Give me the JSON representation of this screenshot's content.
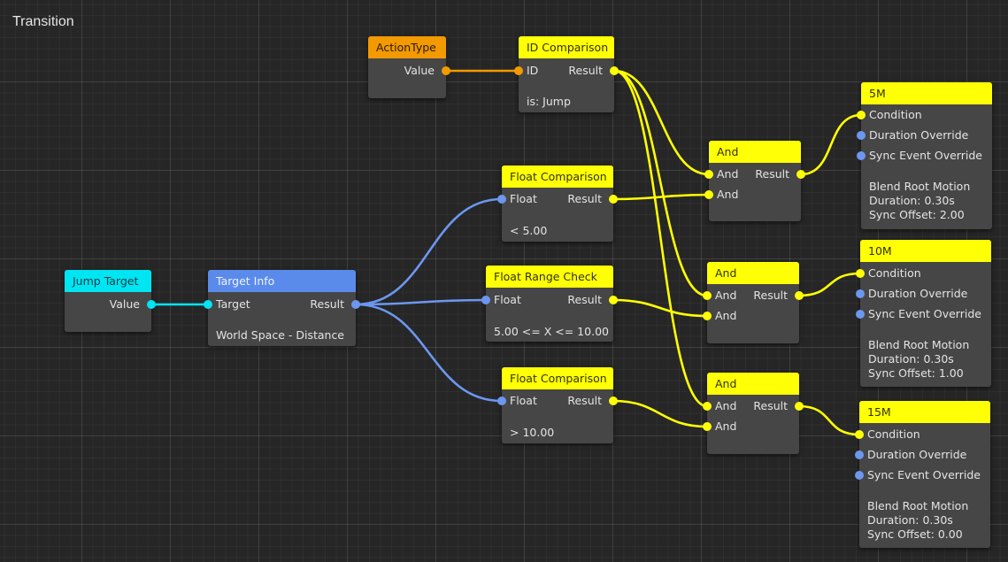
{
  "canvas": {
    "title": "Transition"
  },
  "nodes": {
    "jump_target": {
      "title": "Jump Target",
      "value_label": "Value"
    },
    "target_info": {
      "title": "Target Info",
      "target_label": "Target",
      "result_label": "Result",
      "info": "World Space - Distance"
    },
    "action_type": {
      "title": "ActionType",
      "value_label": "Value"
    },
    "id_comparison": {
      "title": "ID Comparison",
      "id_label": "ID",
      "result_label": "Result",
      "info": "is: Jump"
    },
    "float_comparison_1": {
      "title": "Float Comparison",
      "float_label": "Float",
      "result_label": "Result",
      "info": "< 5.00"
    },
    "float_range_check": {
      "title": "Float Range Check",
      "float_label": "Float",
      "result_label": "Result",
      "info": "5.00 <= X <= 10.00"
    },
    "float_comparison_2": {
      "title": "Float Comparison",
      "float_label": "Float",
      "result_label": "Result",
      "info": "> 10.00"
    },
    "and_1": {
      "title": "And",
      "in1_label": "And",
      "in2_label": "And",
      "result_label": "Result"
    },
    "and_2": {
      "title": "And",
      "in1_label": "And",
      "in2_label": "And",
      "result_label": "Result"
    },
    "and_3": {
      "title": "And",
      "in1_label": "And",
      "in2_label": "And",
      "result_label": "Result"
    },
    "transition_5m": {
      "title": "5M",
      "condition_label": "Condition",
      "duration_override_label": "Duration Override",
      "sync_event_override_label": "Sync Event Override",
      "info_line1": "Blend Root Motion",
      "info_line2": "Duration: 0.30s",
      "info_line3": "Sync Offset: 2.00"
    },
    "transition_10m": {
      "title": "10M",
      "condition_label": "Condition",
      "duration_override_label": "Duration Override",
      "sync_event_override_label": "Sync Event Override",
      "info_line1": "Blend Root Motion",
      "info_line2": "Duration: 0.30s",
      "info_line3": "Sync Offset: 1.00"
    },
    "transition_15m": {
      "title": "15M",
      "condition_label": "Condition",
      "duration_override_label": "Duration Override",
      "sync_event_override_label": "Sync Event Override",
      "info_line1": "Blend Root Motion",
      "info_line2": "Duration: 0.30s",
      "info_line3": "Sync Offset: 0.00"
    }
  },
  "colors": {
    "canvas_background": "#262626",
    "node_body": "#464646",
    "cyan": "#00e5f2",
    "blue": "#5b8bea",
    "orange": "#f29a00",
    "yellow": "#ffff05"
  }
}
